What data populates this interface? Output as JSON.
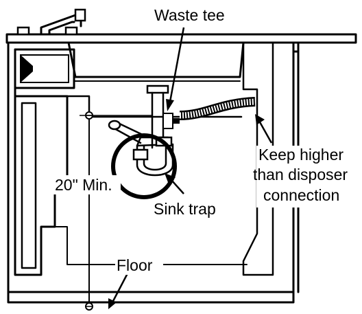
{
  "diagram": {
    "labels": {
      "waste_tee": "Waste tee",
      "keep_higher_line1": "Keep higher",
      "keep_higher_line2": "than disposer",
      "keep_higher_line3": "connection",
      "min_height": "20\" Min.",
      "sink_trap": "Sink trap",
      "floor": "Floor"
    },
    "colors": {
      "line": "#000000",
      "background": "#ffffff"
    }
  }
}
